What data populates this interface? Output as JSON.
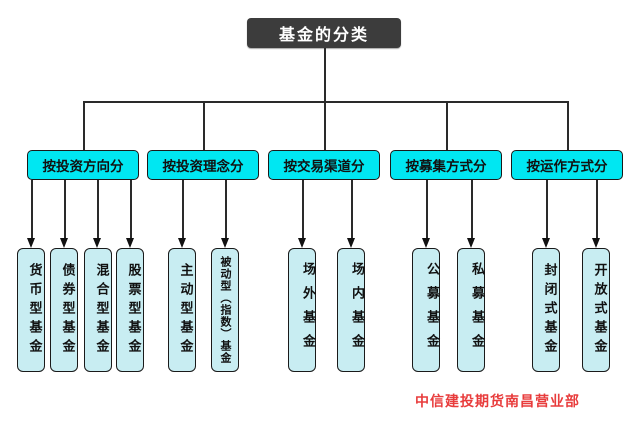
{
  "title": "基金的分类",
  "caption": "中信建投期货南昌营业部",
  "colors": {
    "title_bg": "#3c3c3c",
    "branch_bg": "#00e7f2",
    "leaf_bg": "#c8edf2",
    "line": "#2a2a2a",
    "caption": "#e83c3c"
  },
  "groups": [
    {
      "label": "按投资方向分",
      "leaves": [
        "货币型基金",
        "债券型基金",
        "混合型基金",
        "股票型基金"
      ]
    },
    {
      "label": "按投资理念分",
      "leaves": [
        "主动型基金",
        "被动型（指数）基金"
      ]
    },
    {
      "label": "按交易渠道分",
      "leaves": [
        "场外基金",
        "场内基金"
      ]
    },
    {
      "label": "按募集方式分",
      "leaves": [
        "公募基金",
        "私募基金"
      ]
    },
    {
      "label": "按运作方式分",
      "leaves": [
        "封闭式基金",
        "开放式基金"
      ]
    }
  ]
}
